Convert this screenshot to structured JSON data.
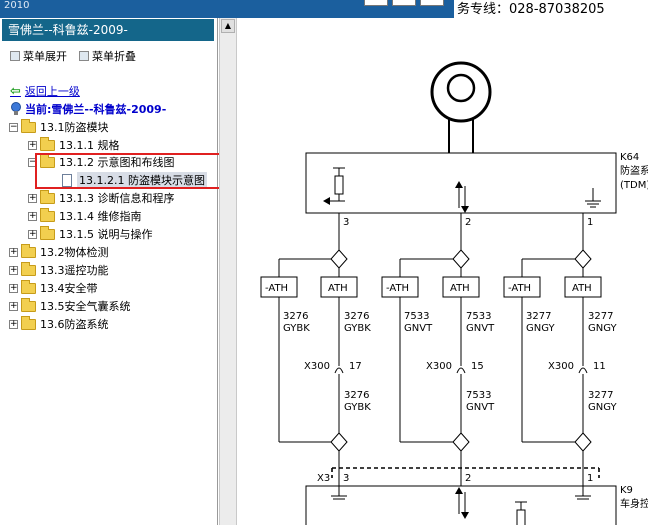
{
  "window": {
    "year_text": "2010",
    "hotline": "务专线：028-87038205"
  },
  "sidebar": {
    "title": "雪佛兰--科鲁兹-2009-",
    "expand_label": "菜单展开",
    "collapse_label": "菜单折叠",
    "back_label": "返回上一级",
    "current_label": "当前:雪佛兰--科鲁兹-2009-"
  },
  "tree": {
    "n1": "13.1防盗模块",
    "n1_1": "13.1.1 规格",
    "n1_2": "13.1.2 示意图和布线图",
    "n1_2_1": "13.1.2.1 防盗模块示意图",
    "n1_3": "13.1.3 诊断信息和程序",
    "n1_4": "13.1.4 维修指南",
    "n1_5": "13.1.5 说明与操作",
    "n2": "13.2物体检测",
    "n3": "13.3遥控功能",
    "n4": "13.4安全带",
    "n5": "13.5安全气囊系统",
    "n6": "13.6防盗系统"
  },
  "diagram": {
    "module_top_id": "K64",
    "module_top_name": "防盗系",
    "module_top_abbr": "(TDM)",
    "pin_3": "3",
    "pin_2": "2",
    "pin_1": "1",
    "opt_neg": "-ATH",
    "opt_pos": "ATH",
    "w1_circ": "3276",
    "w1_col": "GYBK",
    "w2_circ": "7533",
    "w2_col": "GNVT",
    "w3_circ": "3277",
    "w3_col": "GNGY",
    "conn": "X300",
    "conn_pin_17": "17",
    "conn_pin_15": "15",
    "conn_pin_11": "11",
    "conn_bottom": "X3",
    "module_bottom_id": "K9",
    "module_bottom_name": "车身控"
  }
}
